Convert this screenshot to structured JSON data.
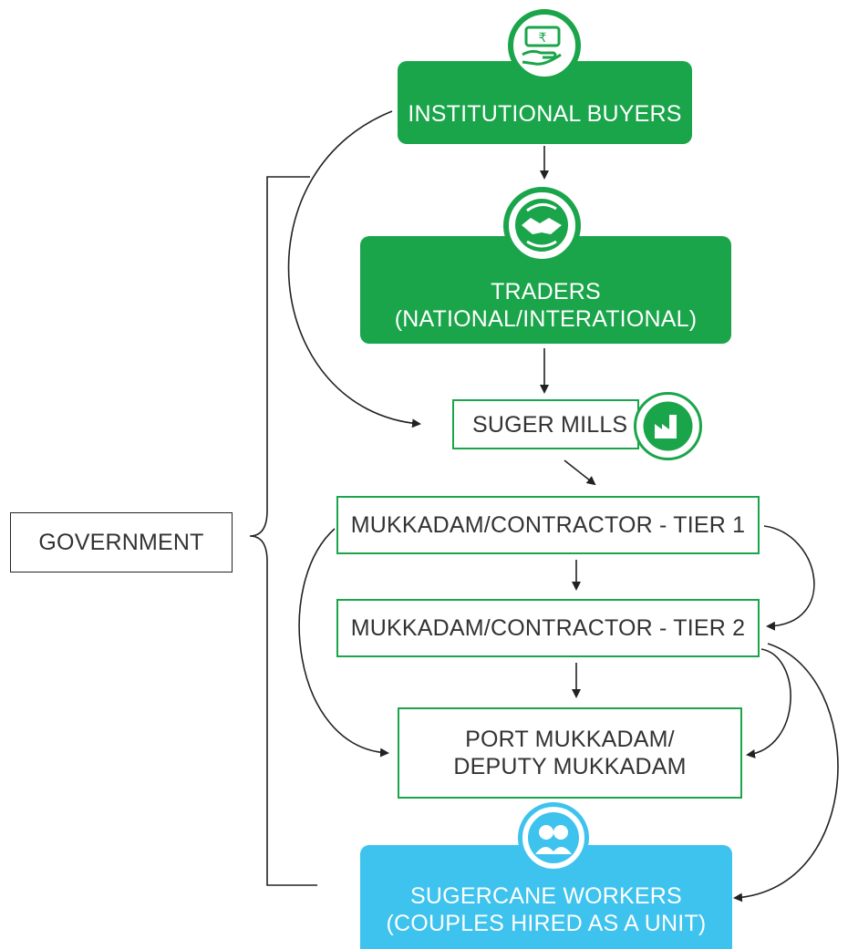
{
  "nodes": {
    "institutional_buyers": {
      "label": "INSTITUTIONAL BUYERS"
    },
    "traders": {
      "line1": "TRADERS",
      "line2": "(NATIONAL/INTERATIONAL)"
    },
    "suger_mills": {
      "label": "SUGER MILLS"
    },
    "contractor_tier1": {
      "label": "MUKKADAM/CONTRACTOR - TIER 1"
    },
    "contractor_tier2": {
      "label": "MUKKADAM/CONTRACTOR - TIER 2"
    },
    "port_mukkadam": {
      "line1": "PORT MUKKADAM/",
      "line2": "DEPUTY MUKKADAM"
    },
    "sugercane_workers": {
      "line1": "SUGERCANE WORKERS",
      "line2": "(COUPLES HIRED AS A UNIT)"
    },
    "government": {
      "label": "GOVERNMENT"
    }
  },
  "icons": {
    "institutional_buyers": "rupee-hand-icon",
    "traders": "handshake-icon",
    "suger_mills": "factory-icon",
    "sugercane_workers": "people-icon"
  },
  "colors": {
    "green": "#1aa54a",
    "blue": "#3ec3ee",
    "line": "#222222",
    "text": "#333333"
  }
}
